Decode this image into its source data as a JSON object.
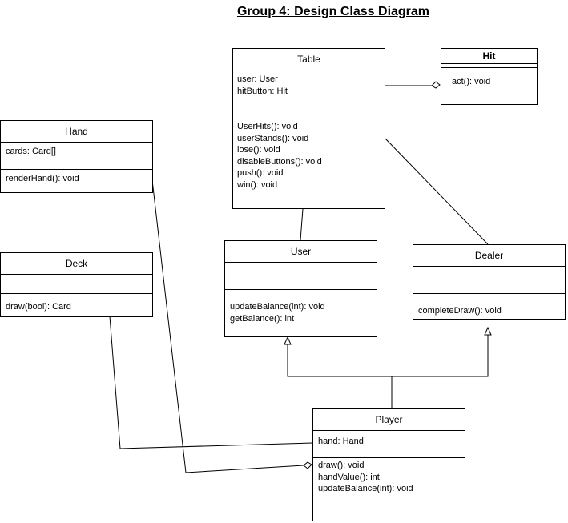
{
  "title": "Group 4: Design Class Diagram",
  "classes": {
    "table": {
      "name": "Table",
      "attributes": [
        "user: User",
        "hitButton: Hit"
      ],
      "methods": [
        "UserHits(): void",
        "userStands(): void",
        "lose(): void",
        "disableButtons(): void",
        "push(): void",
        "win(): void"
      ]
    },
    "hit": {
      "name": "Hit",
      "attributes": [],
      "methods": [
        "act(): void"
      ]
    },
    "hand": {
      "name": "Hand",
      "attributes": [
        "cards: Card[]"
      ],
      "methods": [
        "renderHand(): void"
      ]
    },
    "deck": {
      "name": "Deck",
      "attributes": [],
      "methods": [
        "draw(bool): Card"
      ]
    },
    "user": {
      "name": "User",
      "attributes": [],
      "methods": [
        "updateBalance(int): void",
        "getBalance(): int"
      ]
    },
    "dealer": {
      "name": "Dealer",
      "attributes": [],
      "methods": [
        "completeDraw(): void"
      ]
    },
    "player": {
      "name": "Player",
      "attributes": [
        "hand: Hand"
      ],
      "methods": [
        "draw(): void",
        "handValue(): int",
        "updateBalance(int): void"
      ]
    }
  }
}
